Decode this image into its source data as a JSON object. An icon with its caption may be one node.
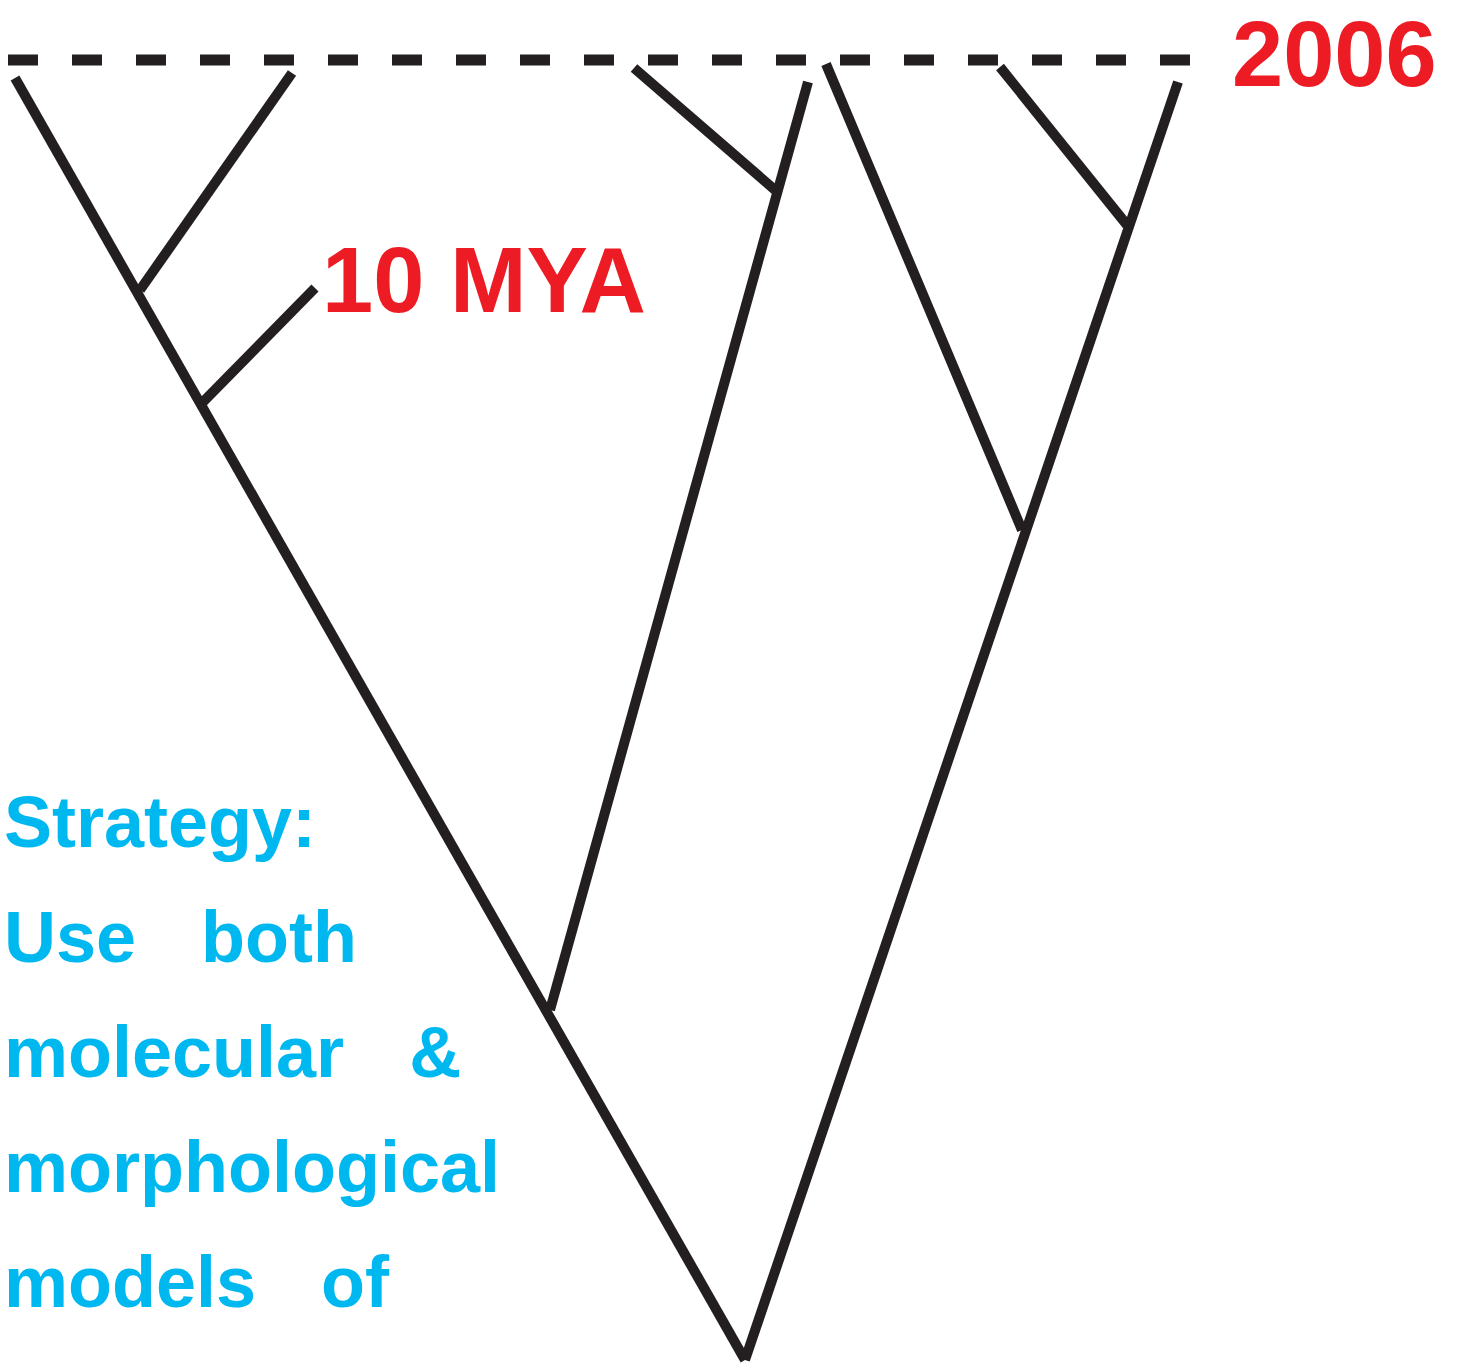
{
  "diagram": {
    "labels": [
      "2006",
      "10 MYA",
      "Strategy: Use both molecular & morphological models of"
    ]
  }
}
